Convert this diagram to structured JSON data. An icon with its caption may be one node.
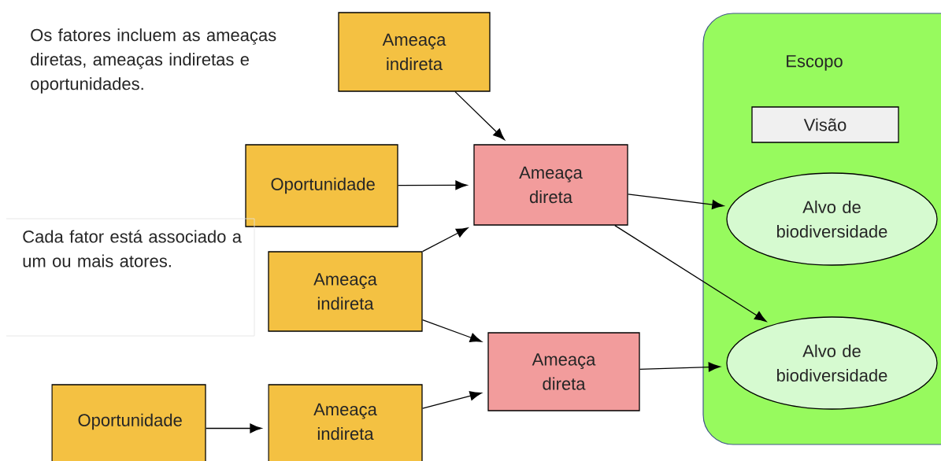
{
  "diagram": {
    "nodes": [
      {
        "text": [
          "Ameaça indireta"
        ]
      },
      {
        "text": [
          "Oportunidade"
        ]
      },
      {
        "text": [
          "Ameaça direta"
        ]
      },
      {
        "text": [
          "Ameaça indireta"
        ]
      },
      {
        "text": [
          "Ameaça direta"
        ]
      },
      {
        "text": [
          "Oportunidade"
        ]
      },
      {
        "text": [
          "Ameaça indireta"
        ]
      },
      {
        "text": [
          "Escopo"
        ]
      },
      {
        "text": [
          "Visão"
        ],
        "in": 7
      },
      {
        "text": [
          "Alvo de biodiversidade"
        ],
        "in": 7
      },
      {
        "text": [
          "Alvo de biodiversidade"
        ],
        "in": 7
      },
      {
        "text": [
          "Cada fator está associado a um ou mais atores."
        ]
      }
    ],
    "edges": [
      {
        "from": 0,
        "to": 2,
        "arrow": "to"
      },
      {
        "from": 1,
        "to": 2,
        "arrow": "to"
      },
      {
        "from": 3,
        "to": 2,
        "arrow": "to"
      },
      {
        "from": 3,
        "to": 4,
        "arrow": "to"
      },
      {
        "from": 5,
        "to": 6,
        "arrow": "to"
      },
      {
        "from": 6,
        "to": 4,
        "arrow": "to"
      },
      {
        "from": 2,
        "to": 9,
        "arrow": "to"
      },
      {
        "from": 2,
        "to": 10,
        "arrow": "to"
      },
      {
        "from": 4,
        "to": 10,
        "arrow": "to"
      }
    ],
    "labels": [
      "Os fatores incluem as ameaças diretas, ameaças indiretas e oportunidades."
    ]
  }
}
